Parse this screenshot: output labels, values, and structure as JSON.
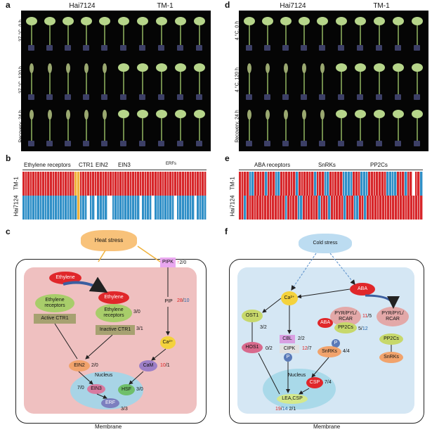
{
  "panels": {
    "a": "a",
    "b": "b",
    "c": "c",
    "d": "d",
    "e": "e",
    "f": "f"
  },
  "heat_photo": {
    "col1": "Hai7124",
    "col2": "TM-1",
    "rows": [
      "37 °C, 0 h",
      "37 °C, 120 h",
      "Recovery, 24 h"
    ]
  },
  "cold_photo": {
    "col1": "Hai7124",
    "col2": "TM-1",
    "rows": [
      "4 °C, 0 h",
      "4 °C, 120 h",
      "Recovery, 24 h"
    ]
  },
  "heat_heatmap": {
    "categories": [
      "Ethylene receptors",
      "CTR1",
      "EIN2",
      "EIN3",
      "ERFs"
    ],
    "row_labels": [
      "TM-1",
      "Hai7124"
    ],
    "colors": {
      "red": "#d7262a",
      "blue": "#2f8fc7",
      "orange": "#f0b23c",
      "white": "#ffffff"
    },
    "top": "RRRRRRRRRRRRRRRRRRRRROORRRRRRRRRRRRRRRRRRRRRRRRRRRRRRRRRRRRRRRRRRRRRRRRRRR",
    "bottom": "BBBBBBBBBBBBBBBBBBBBBBOBBBWBBWBBBBWWBBBBBBBBBBBWBBBBWBBBBBBBBWBBBBBBBWBBBB"
  },
  "cold_heatmap": {
    "categories": [
      "ABA receptors",
      "SnRKs",
      "PP2Cs"
    ],
    "row_labels": [
      "TM-1",
      "Hai7124"
    ],
    "top": "RRRRBBRRRRBRRRBBRRRRRRBRRRRRRBRRRBBRRRRRBBBBRRRBBBRRRRRRRBBBBRRRBRRWRRB",
    "bottom": "RRBRRRRRRRRRRRRRRRBRRRRBBRRRRRRBRRRBRRRRRBRRRBBRRBRRRRRRRRRRRRRRRRRRRRRR"
  },
  "heat_path": {
    "stress": "Heat stress",
    "membrane": "Membrane",
    "nucleus": "Nucleus",
    "nodes": {
      "ethylene1": "Ethylene",
      "ethylene2": "Ethylene",
      "receptors1": "Ethylene receptors",
      "receptors2": "Ethylene receptors",
      "active_ctr1": "Active CTR1",
      "inactive_ctr1": "Inactive CTR1",
      "ein2": "EIN2",
      "ein3": "EIN3",
      "erf": "ERF",
      "hsf": "HSF",
      "cam": "CaM",
      "ca": "Ca²⁺",
      "pip": "PIP",
      "pipk": "PIPK"
    },
    "counts": {
      "pipk": {
        "up": "2",
        "dn": "0"
      },
      "pip": {
        "up": "28",
        "dn": "10"
      },
      "receptors2": {
        "up": "3",
        "dn": "0"
      },
      "inactive_ctr1": {
        "up": "3",
        "dn": "1"
      },
      "ein2": {
        "up": "2",
        "dn": "0"
      },
      "cam": {
        "up": "10",
        "dn": "1"
      },
      "ein3": {
        "up": "7",
        "dn": "0"
      },
      "hsf": {
        "up": "3",
        "dn": "0"
      },
      "erf": {
        "up": "3",
        "dn": "3"
      }
    }
  },
  "cold_path": {
    "stress": "Cold stress",
    "membrane": "Membrane",
    "nucleus": "Nucleus",
    "nodes": {
      "aba1": "ABA",
      "aba2": "ABA",
      "ca": "Ca²⁺",
      "ost1": "OST1",
      "hos1": "HOS1",
      "cbl": "CBL",
      "cipk": "CIPK",
      "p1": "P",
      "p2": "P",
      "pyr1": "PYR/PYL/ RCAR",
      "pyr2": "PYR/PYL/ RCAR",
      "pp2cs1": "PP2Cs",
      "pp2cs2": "PP2Cs",
      "snrks1": "SnRKs",
      "snrks2": "SnRKs",
      "csp": "CSP",
      "lea": "LEA,CSP"
    },
    "counts": {
      "ost1": {
        "up": "3",
        "dn": "2"
      },
      "hos1": {
        "up": "0",
        "dn": "2"
      },
      "cbl": {
        "up": "2",
        "dn": "2"
      },
      "cipk": {
        "up": "12",
        "dn": "7"
      },
      "pyr": {
        "up": "11",
        "dn": "5"
      },
      "pp2cs": {
        "up": "5",
        "dn": "12"
      },
      "snrks": {
        "up": "4",
        "dn": "4"
      },
      "csp": {
        "up": "7",
        "dn": "4"
      },
      "lea1": {
        "up": "19",
        "dn": "14"
      },
      "lea2": {
        "up": "2",
        "dn": "1"
      }
    }
  }
}
